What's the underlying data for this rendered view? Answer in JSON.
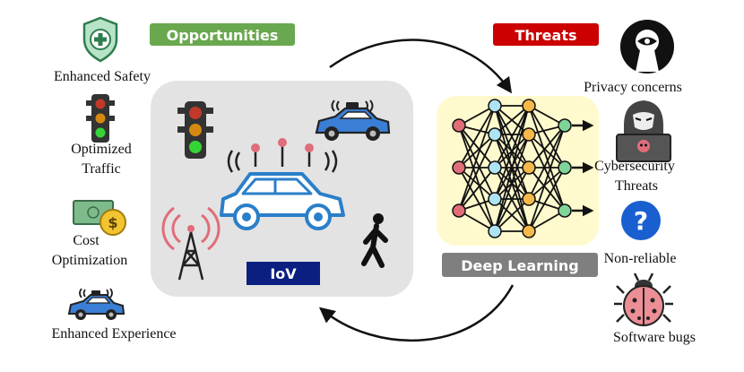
{
  "opportunities": {
    "label": "Opportunities",
    "color": "#6aa84f",
    "items": [
      {
        "line1": "Enhanced Safety",
        "line2": "",
        "icon": "shield-plus-icon"
      },
      {
        "line1": "Optimized",
        "line2": "Traffic",
        "icon": "traffic-light-icon"
      },
      {
        "line1": "Cost",
        "line2": "Optimization",
        "icon": "money-icon"
      },
      {
        "line1": "Enhanced Experience",
        "line2": "",
        "icon": "autonomous-car-icon"
      }
    ]
  },
  "threats": {
    "label": "Threats",
    "color": "#cc0000",
    "items": [
      {
        "line1": "Privacy concerns",
        "line2": "",
        "icon": "keyhole-eye-icon"
      },
      {
        "line1": "Cybersecurity",
        "line2": "Threats",
        "icon": "hacker-icon"
      },
      {
        "line1": "Non-reliable",
        "line2": "",
        "icon": "question-icon"
      },
      {
        "line1": "Software bugs",
        "line2": "",
        "icon": "bug-icon"
      }
    ]
  },
  "iov": {
    "label": "IoV",
    "color": "#0b1f80"
  },
  "deep_learning": {
    "label": "Deep Learning",
    "color": "#7f7f7f"
  }
}
